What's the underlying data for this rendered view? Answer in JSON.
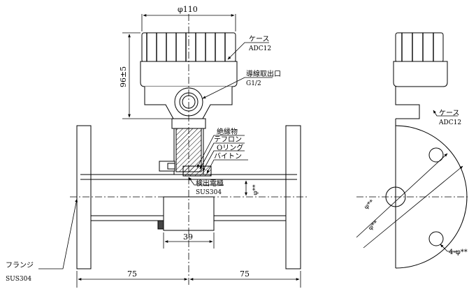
{
  "dimensions": {
    "top_diameter": "φ110",
    "height": "96±5",
    "dim_39": "39",
    "left_75": "75",
    "right_75": "75",
    "phi_stars_center": "φ**",
    "phi_stars_side_upper": "φ**",
    "phi_stars_side_lower": "φ**",
    "holes": "4-φ**"
  },
  "labels": {
    "case_front": {
      "name": "ケース",
      "material": "ADC12"
    },
    "conduit": {
      "name": "導線取出口",
      "spec": "G1/2"
    },
    "insulator": "絶縁物",
    "teflon": "テフロン",
    "oring": "Oリング",
    "viton": "バイトン",
    "electrode": {
      "name": "検出電極",
      "material": "SUS304"
    },
    "flange": {
      "name": "フランジ",
      "material": "SUS304"
    },
    "case_side": {
      "name": "ケース",
      "material": "ADC12"
    }
  }
}
